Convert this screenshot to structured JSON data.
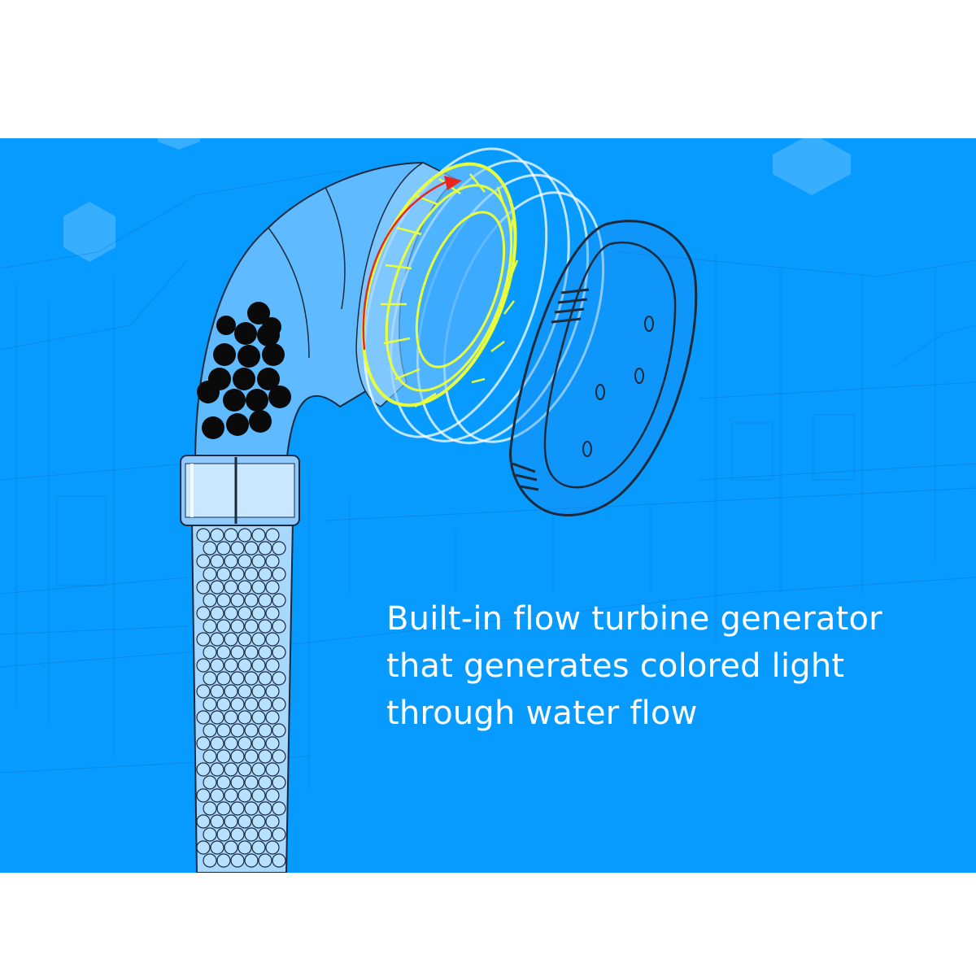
{
  "colors": {
    "banner_background": "#079aff",
    "caption_text": "#ffffff",
    "turbine_highlight": "#e8ff3a",
    "rotation_arrow": "#e8261f",
    "filter_beads": "#000000"
  },
  "caption": {
    "lines": [
      "Built-in flow turbine generator",
      "that generates colored light",
      "through water flow"
    ]
  },
  "icons": {
    "rotation": "rotation-arrow-icon"
  }
}
